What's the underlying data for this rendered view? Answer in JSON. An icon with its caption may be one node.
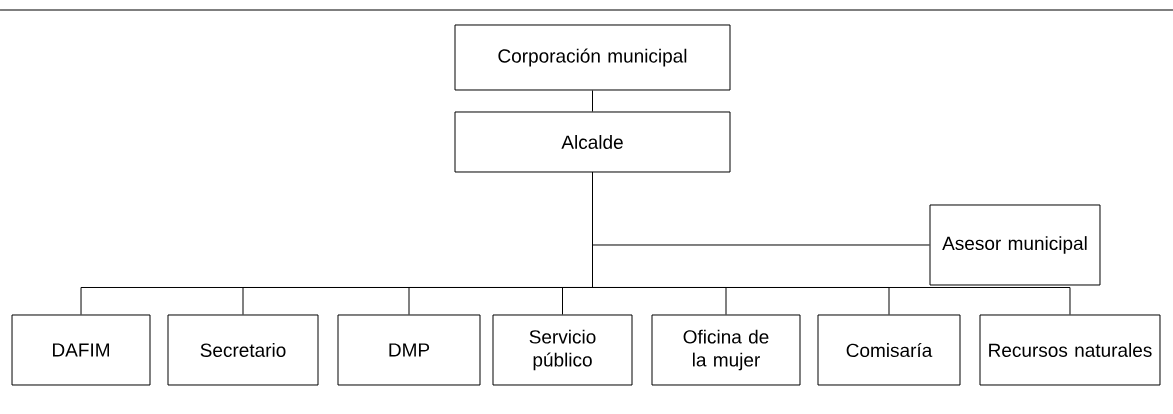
{
  "diagram": {
    "nodes": [
      {
        "text": [
          "Corporación municipal"
        ]
      },
      {
        "text": [
          "Alcalde"
        ]
      },
      {
        "text": [
          "Asesor municipal"
        ]
      },
      {
        "text": [
          "DAFIM"
        ]
      },
      {
        "text": [
          "Secretario"
        ]
      },
      {
        "text": [
          "DMP"
        ]
      },
      {
        "text": [
          "Servicio público"
        ]
      },
      {
        "text": [
          "Oficina de la mujer"
        ]
      },
      {
        "text": [
          "Comisaría"
        ]
      },
      {
        "text": [
          "Recursos naturales"
        ]
      }
    ],
    "edges": [
      {
        "from": 0,
        "to": 1,
        "arrow": "none"
      },
      {
        "from": 1,
        "to": 2,
        "arrow": "none"
      },
      {
        "from": 1,
        "to": 3,
        "arrow": "none"
      },
      {
        "from": 1,
        "to": 4,
        "arrow": "none"
      },
      {
        "from": 1,
        "to": 5,
        "arrow": "none"
      },
      {
        "from": 1,
        "to": 6,
        "arrow": "none"
      },
      {
        "from": 1,
        "to": 7,
        "arrow": "none"
      },
      {
        "from": 1,
        "to": 8,
        "arrow": "none"
      },
      {
        "from": 1,
        "to": 9,
        "arrow": "none"
      }
    ]
  }
}
